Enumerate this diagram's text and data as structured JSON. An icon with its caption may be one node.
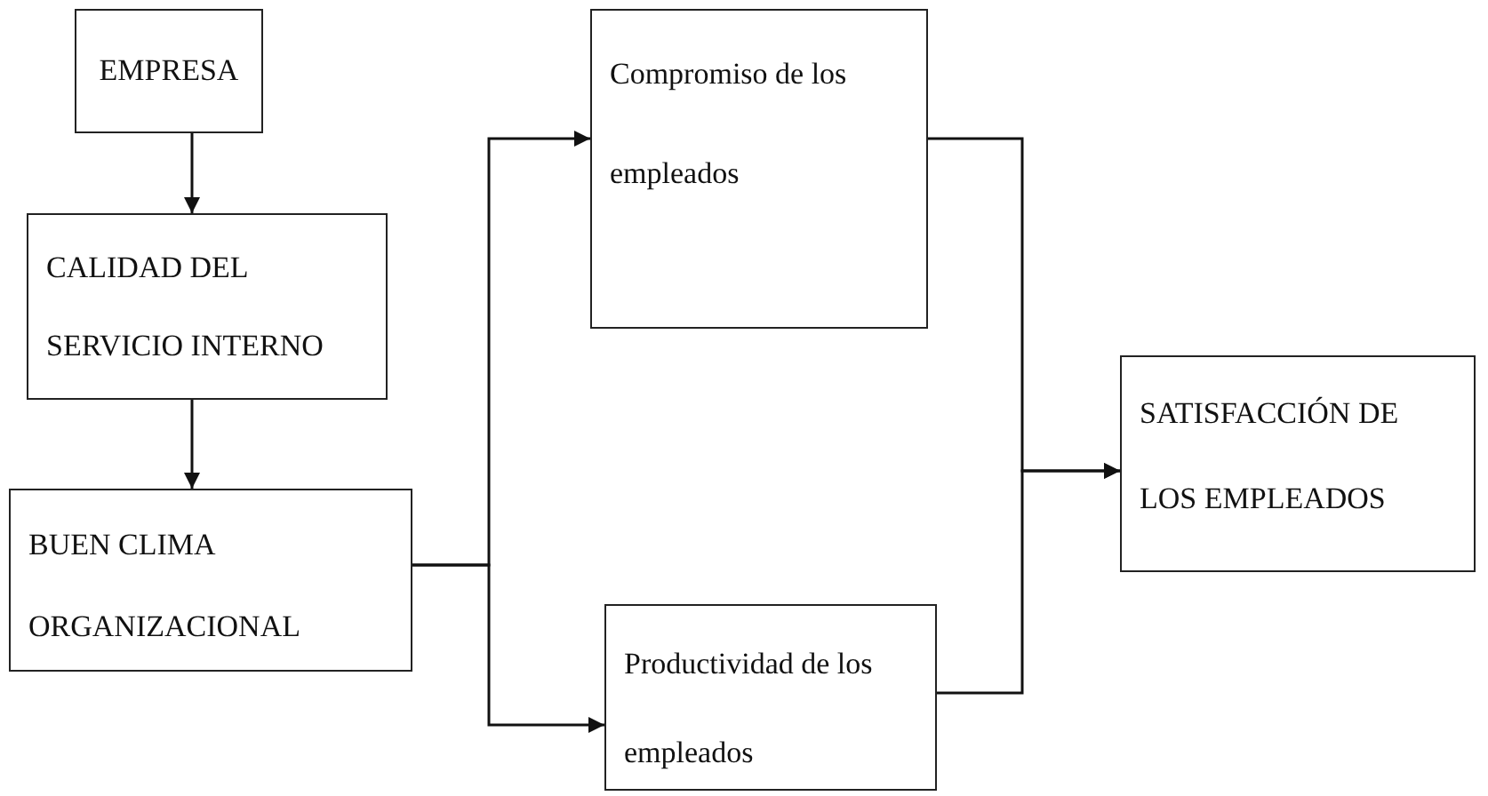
{
  "diagram": {
    "nodes": [
      {
        "text": [
          "EMPRESA"
        ]
      },
      {
        "text": [
          "CALIDAD DEL SERVICIO INTERNO"
        ]
      },
      {
        "text": [
          "BUEN CLIMA ORGANIZACIONAL"
        ]
      },
      {
        "text": [
          "Compromiso de los empleados"
        ]
      },
      {
        "text": [
          "Productividad de los empleados"
        ]
      },
      {
        "text": [
          "SATISFACCIÓN DE LOS EMPLEADOS"
        ]
      }
    ],
    "edges": [
      {
        "from": 0,
        "to": 1,
        "arrow": "to"
      },
      {
        "from": 1,
        "to": 2,
        "arrow": "to"
      },
      {
        "from": 2,
        "to": 3,
        "arrow": "to"
      },
      {
        "from": 2,
        "to": 4,
        "arrow": "to"
      },
      {
        "from": 3,
        "to": 5,
        "arrow": "to"
      },
      {
        "from": 4,
        "to": 5,
        "arrow": "to"
      }
    ]
  }
}
